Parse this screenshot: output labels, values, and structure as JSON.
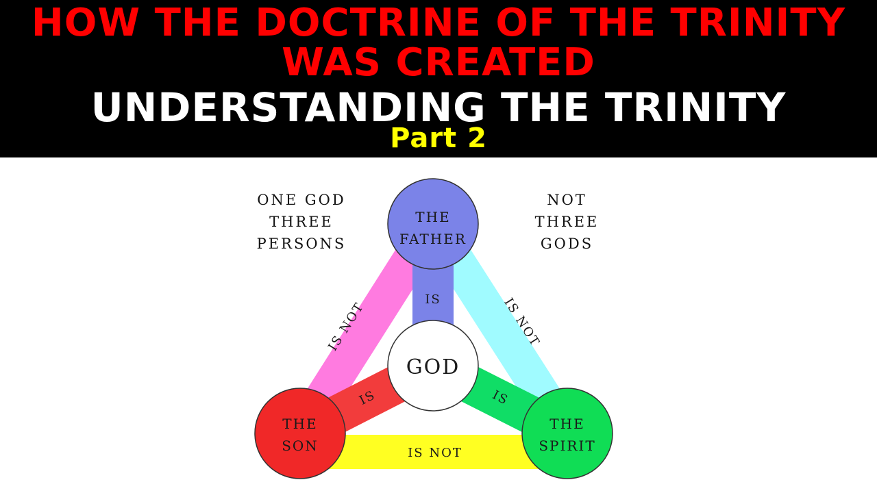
{
  "header": {
    "title_line1": "HOW THE DOCTRINE OF THE TRINITY",
    "title_line2": "WAS CREATED",
    "subtitle": "UNDERSTANDING THE TRINITY",
    "part": "Part 2"
  },
  "notes": {
    "left": [
      "ONE GOD",
      "THREE",
      "PERSONS"
    ],
    "right": [
      "NOT",
      "THREE",
      "GODS"
    ]
  },
  "nodes": {
    "father": {
      "line1": "THE",
      "line2": "FATHER",
      "color": "#7b83e8"
    },
    "son": {
      "line1": "THE",
      "line2": "SON",
      "color": "#f02828"
    },
    "spirit": {
      "line1": "THE",
      "line2": "SPIRIT",
      "color": "#10dd55"
    },
    "god": {
      "label": "GOD",
      "color": "#ffffff"
    }
  },
  "links": {
    "father_god": {
      "label": "IS",
      "color": "#7b83e8"
    },
    "son_god": {
      "label": "IS",
      "color": "#f23c3c"
    },
    "spirit_god": {
      "label": "IS",
      "color": "#10dd66"
    },
    "father_son": {
      "label": "IS NOT",
      "color": "#ff7be0"
    },
    "father_spirit": {
      "label": "IS NOT",
      "color": "#a0fbff"
    },
    "son_spirit": {
      "label": "IS NOT",
      "color": "#ffff22"
    }
  }
}
